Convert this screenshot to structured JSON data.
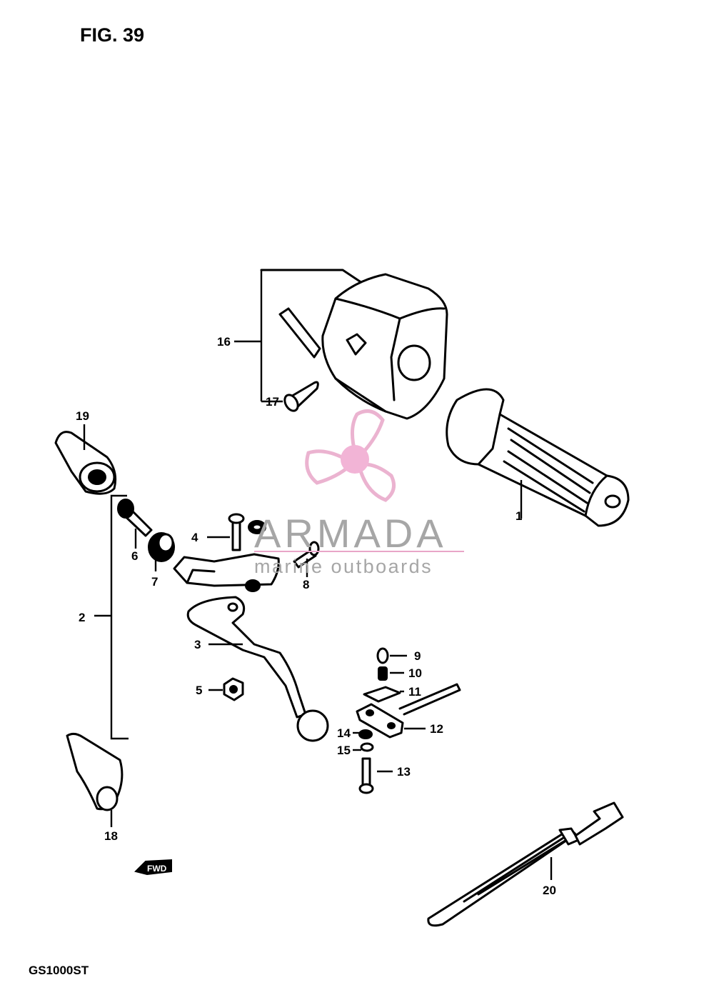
{
  "figure": {
    "title": "FIG. 39",
    "model": "GS1000ST",
    "direction_label": "FWD"
  },
  "watermark": {
    "brand": "ARMADA",
    "tagline": "marine outboards",
    "brand_color": "#a6a6a6",
    "logo_color": "#e8a6c8",
    "logo_hub_color": "#f0a8d0"
  },
  "callouts": [
    "1",
    "2",
    "3",
    "4",
    "5",
    "6",
    "7",
    "8",
    "9",
    "10",
    "11",
    "12",
    "13",
    "14",
    "15",
    "16",
    "17",
    "18",
    "19",
    "20"
  ],
  "colors": {
    "ink": "#000000",
    "background": "#ffffff"
  }
}
